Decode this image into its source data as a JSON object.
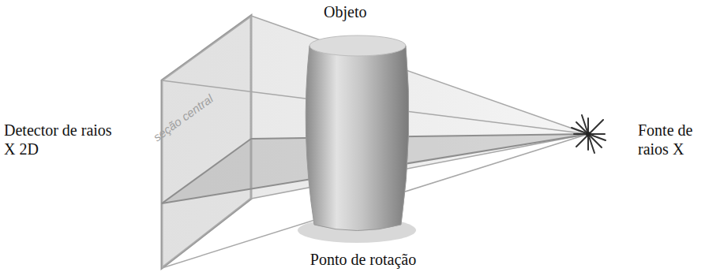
{
  "diagram": {
    "labels": [
      "Objeto",
      "Detector de raios X 2D",
      "Fonte de raios X",
      "Ponto de rotação",
      "seção central"
    ]
  }
}
